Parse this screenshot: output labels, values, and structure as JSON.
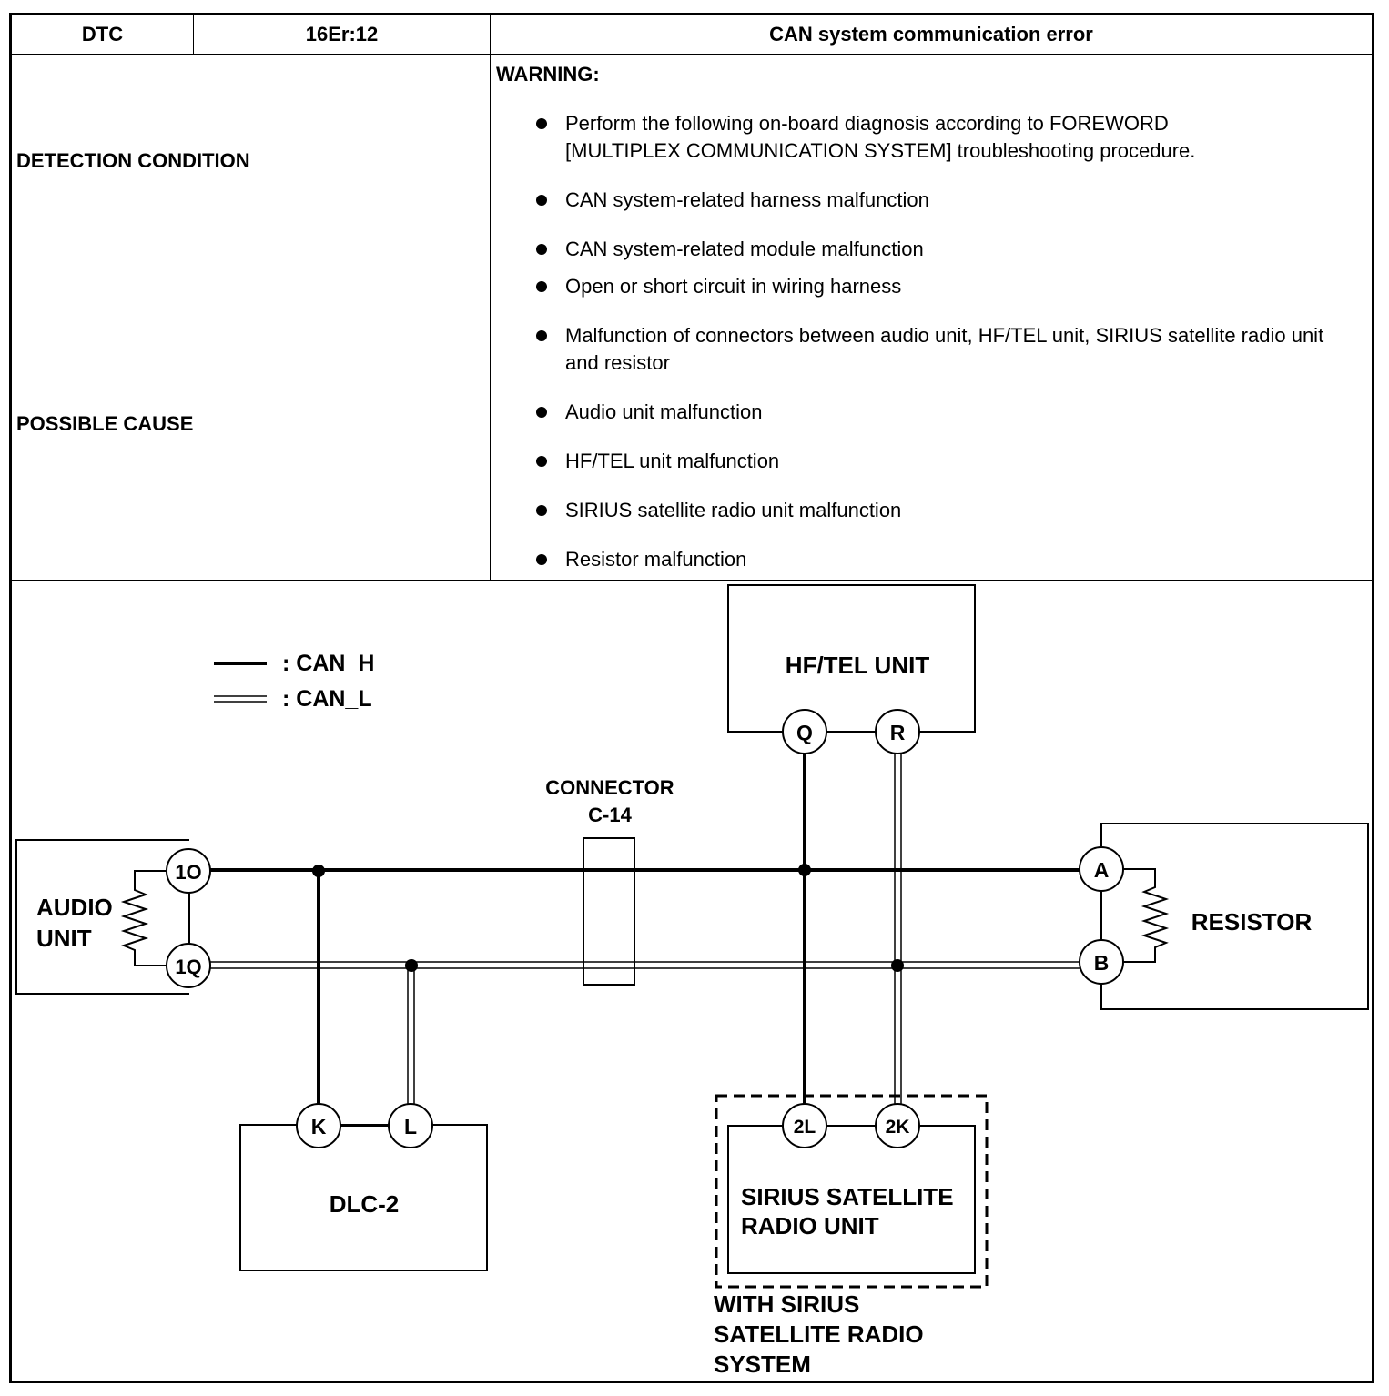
{
  "header": {
    "dtc_label": "DTC",
    "dtc_code": "16Er:12",
    "title": "CAN system communication error"
  },
  "detection": {
    "label": "DETECTION CONDITION",
    "warning": "WARNING:",
    "items": [
      "Perform the following on-board diagnosis according to FOREWORD [MULTIPLEX COMMUNICATION SYSTEM] troubleshooting procedure.",
      "CAN system-related harness malfunction",
      "CAN system-related module malfunction"
    ]
  },
  "cause": {
    "label": "POSSIBLE CAUSE",
    "items": [
      "Open or short circuit in wiring harness",
      "Malfunction of connectors between audio unit, HF/TEL unit, SIRIUS satellite radio unit and resistor",
      "Audio unit malfunction",
      "HF/TEL unit malfunction",
      "SIRIUS satellite radio unit malfunction",
      "Resistor malfunction"
    ]
  },
  "diagram": {
    "legend": {
      "can_h": ": CAN_H",
      "can_l": ": CAN_L"
    },
    "audio_unit": {
      "line1": "AUDIO",
      "line2": "UNIT",
      "pin_h": "1O",
      "pin_l": "1Q"
    },
    "hftel_unit": {
      "label": "HF/TEL UNIT",
      "pin_h": "Q",
      "pin_l": "R"
    },
    "connector": {
      "line1": "CONNECTOR",
      "line2": "C-14"
    },
    "resistor": {
      "label": "RESISTOR",
      "pin_h": "A",
      "pin_l": "B"
    },
    "dlc": {
      "label": "DLC-2",
      "pin_h": "K",
      "pin_l": "L"
    },
    "sirius": {
      "line1": "SIRIUS SATELLITE",
      "line2": "RADIO UNIT",
      "pin_h": "2L",
      "pin_l": "2K"
    },
    "option_note": {
      "line1": "WITH SIRIUS",
      "line2": "SATELLITE RADIO",
      "line3": "SYSTEM"
    }
  }
}
